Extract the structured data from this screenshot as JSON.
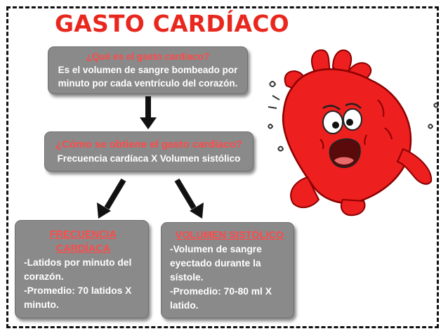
{
  "title": {
    "text": "GASTO CARDÍACO",
    "color": "#e8281e"
  },
  "colors": {
    "box_fill": "#8a8a8a",
    "question_red": "#ff4a4a",
    "heart_red": "#ee1f1f"
  },
  "definition": {
    "question": "¿Qué es el gasto cardíaco?",
    "answer_lines": [
      "Es el volumen de sangre bombeado por",
      "minuto por cada ventrículo del corazón."
    ]
  },
  "formula": {
    "question": "¿Cómo se obtiene el gasto cardíaco?",
    "answer": "Frecuencia cardíaca X Volumen sistólico"
  },
  "frecuencia": {
    "heading_lines": [
      "FRECUENCIA",
      "CARDÍACA"
    ],
    "lines": [
      "-Latidos por minuto del",
      "corazón.",
      "-Promedio: 70 latidos X",
      "minuto."
    ]
  },
  "volumen": {
    "heading": "VOLUMEN SISTÓLICO",
    "lines": [
      "-Volumen de sangre",
      "eyectado durante la",
      "sístole.",
      "-Promedio: 70-80 ml X",
      "latido."
    ]
  },
  "illustration": {
    "icon": "tired-heart-cartoon-icon"
  }
}
